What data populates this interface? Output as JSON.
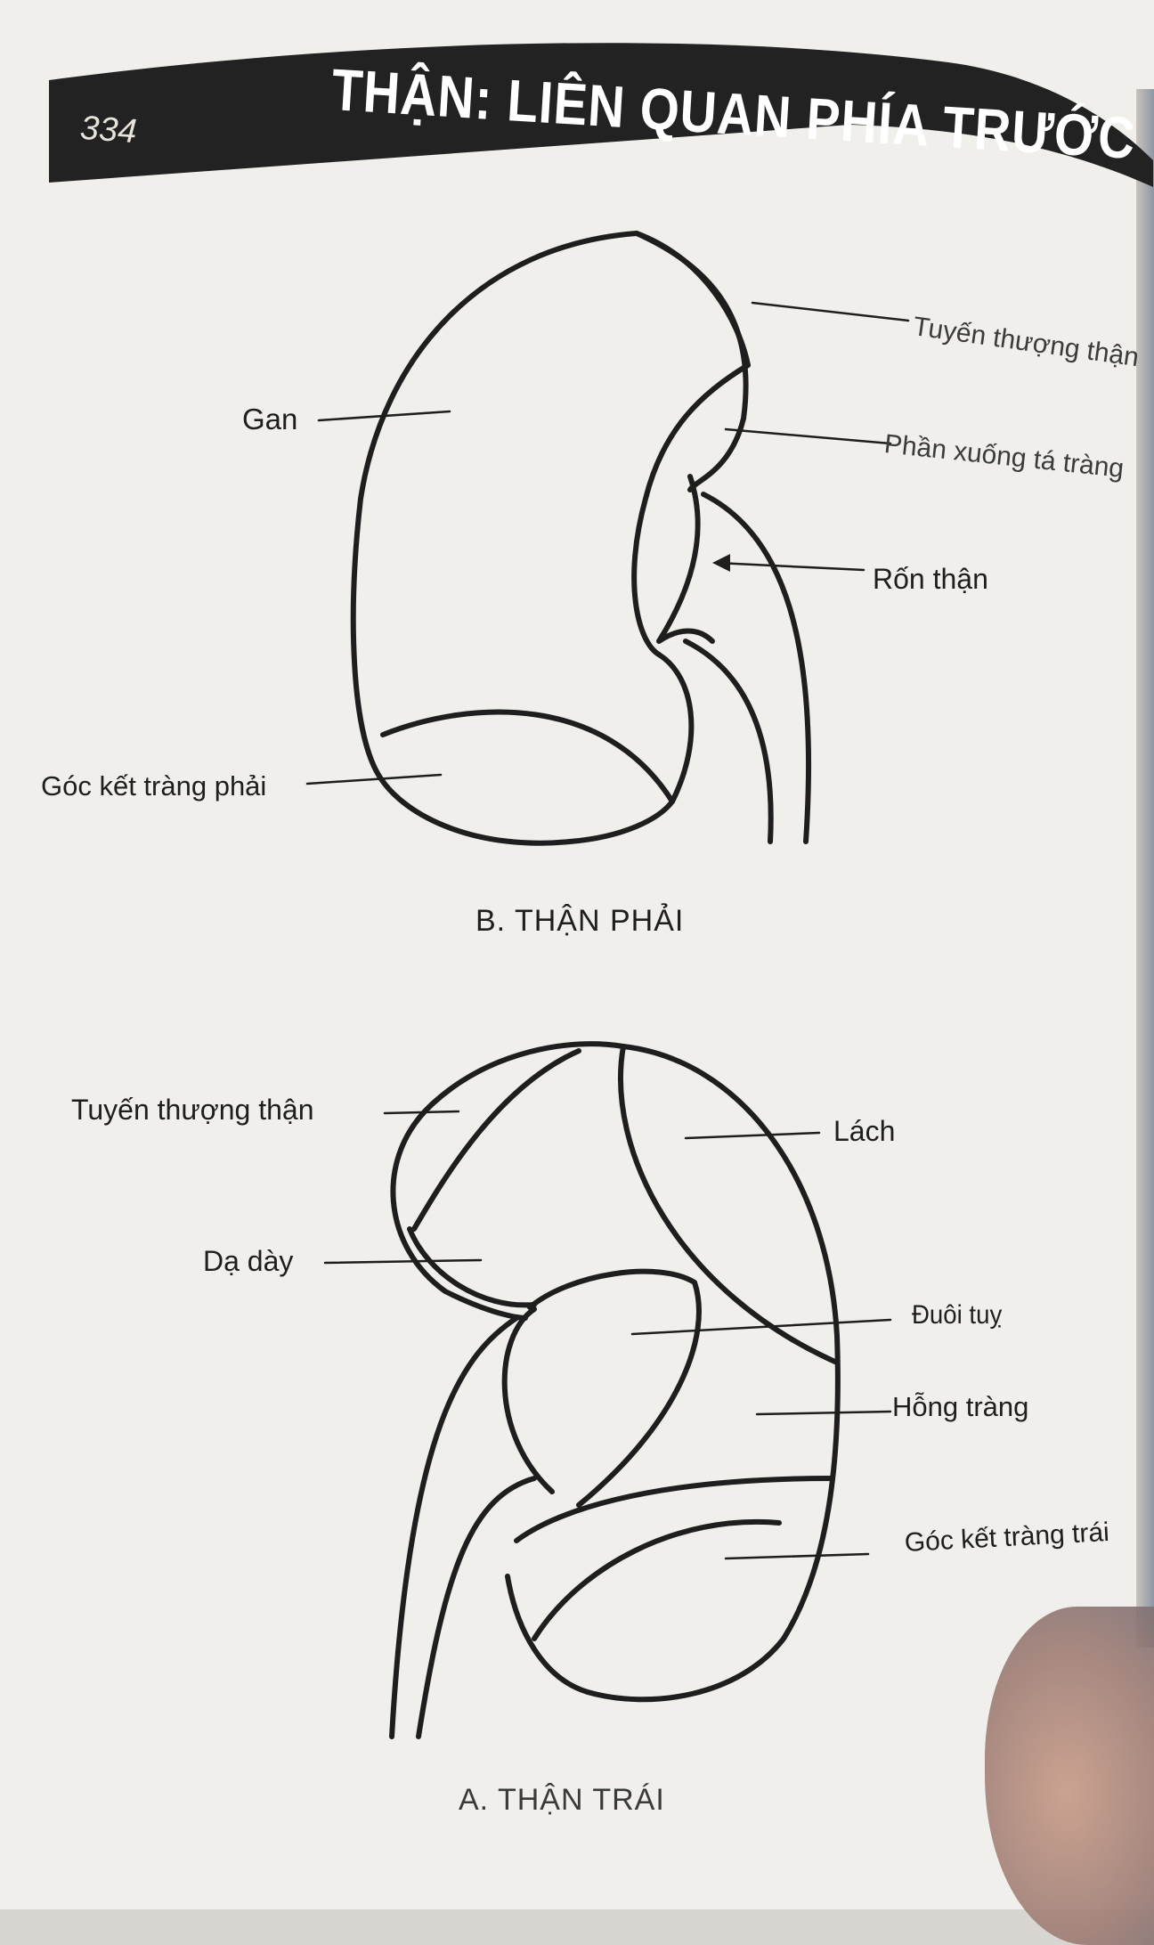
{
  "header": {
    "page_number": "334",
    "title": "THẬN: LIÊN QUAN PHÍA TRƯỚC"
  },
  "figure_b": {
    "caption": "B.  THẬN PHẢI",
    "labels": {
      "gan": "Gan",
      "tuyen_thuong_than": "Tuyến thượng thận",
      "phan_xuong_ta_trang": "Phần xuống tá tràng",
      "ron_than": "Rốn thận",
      "goc_ket_trang_phai": "Góc kết tràng phải"
    }
  },
  "figure_a": {
    "caption": "A.  THẬN TRÁI",
    "labels": {
      "tuyen_thuong_than": "Tuyến thượng thận",
      "lach": "Lách",
      "da_day": "Dạ dày",
      "duoi_tuy": "Đuôi tuỵ",
      "hong_trang": "Hỗng tràng",
      "goc_ket_trang_trai": "Góc kết tràng trái"
    }
  },
  "colors": {
    "ink": "#1e1e1e",
    "header_band": "#222222",
    "paper": "#f1efeb"
  }
}
